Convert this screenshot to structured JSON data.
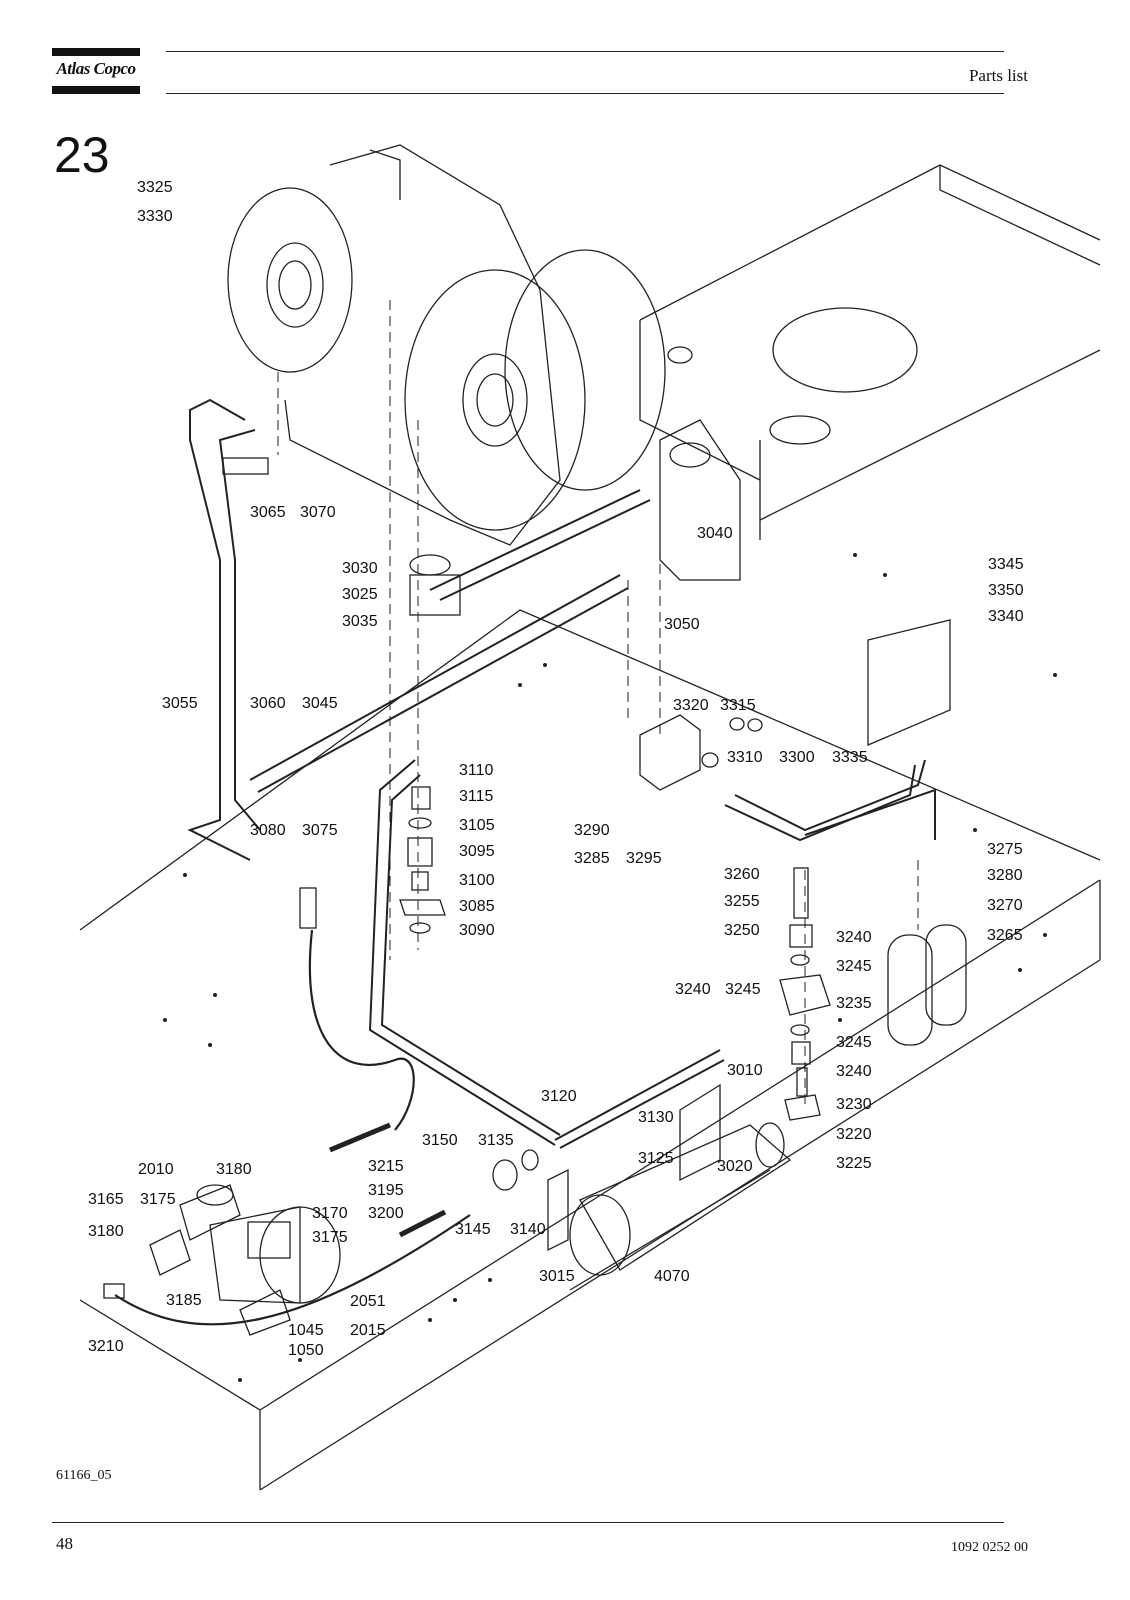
{
  "header": {
    "logo_text": "Atlas Copco",
    "title": "Parts list"
  },
  "section_number": "23",
  "figure_code": "61166_05",
  "footer": {
    "page_number": "48",
    "document_number": "1092 0252 00"
  },
  "callouts": [
    "3325",
    "3330",
    "3065",
    "3070",
    "3030",
    "3025",
    "3035",
    "3040",
    "3050",
    "3345",
    "3350",
    "3340",
    "3055",
    "3060",
    "3045",
    "3320",
    "3315",
    "3310",
    "3300",
    "3335",
    "3110",
    "3115",
    "3105",
    "3095",
    "3100",
    "3085",
    "3090",
    "3290",
    "3285",
    "3295",
    "3080",
    "3075",
    "3260",
    "3255",
    "3250",
    "3275",
    "3280",
    "3270",
    "3265",
    "3240",
    "3245",
    "3235",
    "3240",
    "3245",
    "3245",
    "3240",
    "3010",
    "3230",
    "3220",
    "3225",
    "3120",
    "3130",
    "3125",
    "3020",
    "3150",
    "3135",
    "3145",
    "3140",
    "3015",
    "4070",
    "2010",
    "3180",
    "3215",
    "3195",
    "3200",
    "3170",
    "3175",
    "3165",
    "3175",
    "3180",
    "3185",
    "2051",
    "2015",
    "1045",
    "1050",
    "3210"
  ]
}
